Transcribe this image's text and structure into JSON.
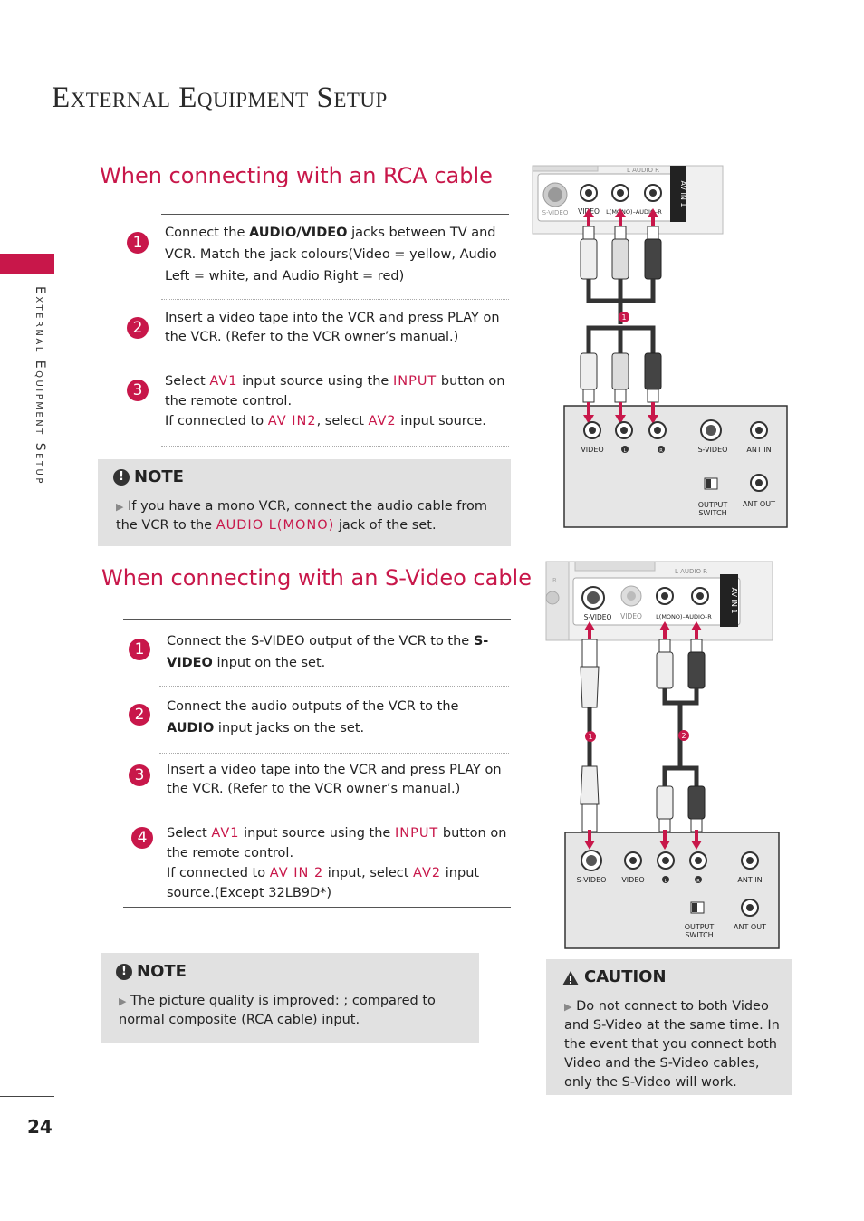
{
  "page": {
    "title": "External Equipment Setup",
    "side_label": "External Equipment Setup",
    "page_number": "24"
  },
  "rca": {
    "heading": "When connecting with an RCA cable",
    "steps": [
      {
        "num": "1",
        "t1": "Connect the ",
        "k1": "AUDIO/VIDEO",
        "t2": " jacks between TV and VCR. Match the jack colours(Video = yellow, Audio Left = white, and Audio Right = red)"
      },
      {
        "num": "2",
        "t1": "Insert a video tape into the VCR and press PLAY on the VCR. (Refer to the VCR owner’s manual.)"
      },
      {
        "num": "3",
        "t1": "Select ",
        "k1": "AV1",
        "t2": " input source using the ",
        "k2": "INPUT",
        "t3": " button on the remote control.",
        "t4": "If connected to ",
        "k3": "AV IN2",
        "t5": ", select ",
        "k4": "AV2",
        "t6": " input source."
      }
    ],
    "note_label": "NOTE",
    "note_t1": "If you have a mono VCR, connect the audio cable from the VCR to the ",
    "note_k1": "AUDIO L(MONO)",
    "note_t2": " jack of the set."
  },
  "svideo": {
    "heading": "When connecting with an S-Video cable",
    "steps": [
      {
        "num": "1",
        "t1": "Connect the S-VIDEO output of the VCR to the ",
        "k1": "S-VIDEO",
        "t2": " input on the set."
      },
      {
        "num": "2",
        "t1": "Connect the audio outputs of the VCR to the ",
        "k1": "AUDIO",
        "t2": " input jacks on the set."
      },
      {
        "num": "3",
        "t1": "Insert a video tape into the VCR and press PLAY on the VCR. (Refer to the VCR owner’s manual.)"
      },
      {
        "num": "4",
        "t1": "Select ",
        "k1": "AV1",
        "t2": " input source using the ",
        "k2": "INPUT",
        "t3": " button on the remote control.",
        "t4": "If connected to ",
        "k3": "AV IN 2",
        "t5": " input, select ",
        "k4": "AV2",
        "t6": " input source.(Except 32LB9D*)"
      }
    ],
    "note_label": "NOTE",
    "note_text": "The picture quality is improved: ; compared to normal composite (RCA cable) input.",
    "caution_label": "CAUTION",
    "caution_text": "Do not connect to both Video and S-Video at the same time. In the event that you connect both Video and the S-Video cables, only the S-Video will work."
  },
  "diagram1": {
    "panel_labels": {
      "audio_lr": "L  AUDIO  R",
      "svideo": "S-VIDEO",
      "video": "VIDEO",
      "mono": "L(MONO)–AUDIO–R",
      "av_in": "AV IN 1"
    },
    "vcr_labels": {
      "video": "VIDEO",
      "l": "L",
      "r": "R",
      "svideo": "S-VIDEO",
      "ant_in": "ANT IN",
      "output": "OUTPUT",
      "switch": "SWITCH",
      "ant_out": "ANT OUT"
    },
    "marker": "1"
  },
  "diagram2": {
    "panel_labels": {
      "audio_lr": "L  AUDIO  R",
      "svideo": "S-VIDEO",
      "video": "VIDEO",
      "mono": "L(MONO)–AUDIO–R",
      "av_in": "AV IN 1",
      "r_side": "R"
    },
    "vcr_labels": {
      "svideo": "S-VIDEO",
      "video": "VIDEO",
      "l": "L",
      "r": "R",
      "ant_in": "ANT IN",
      "output": "OUTPUT",
      "switch": "SWITCH",
      "ant_out": "ANT OUT"
    },
    "marker1": "1",
    "marker2": "2"
  },
  "colors": {
    "accent": "#c8174a",
    "note_bg": "#e1e1e1"
  }
}
